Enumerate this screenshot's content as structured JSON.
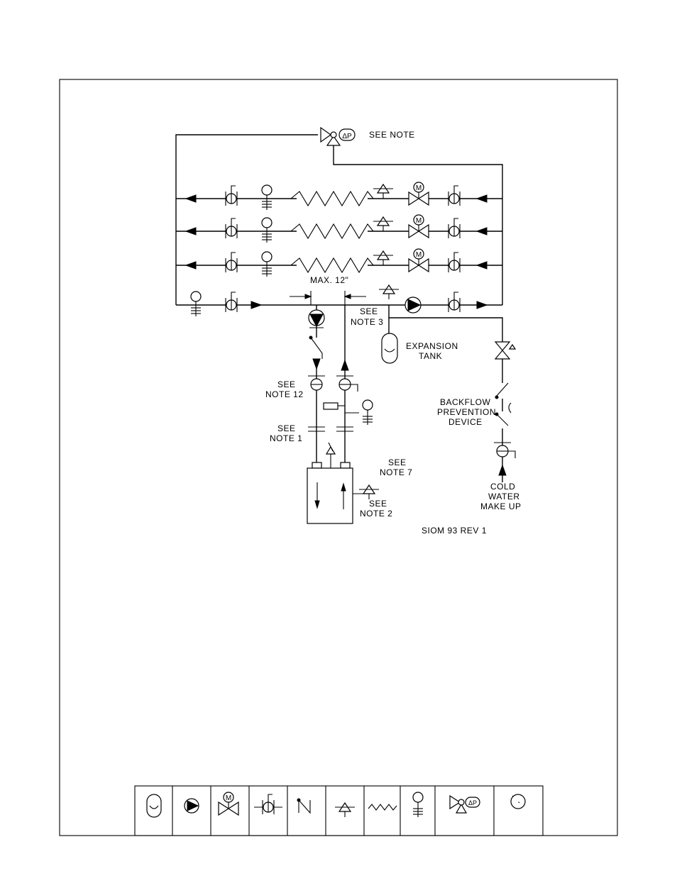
{
  "labels": {
    "see_note_dp": "SEE  NOTE",
    "max12": "MAX.  12\"",
    "see_note3_a": "SEE",
    "see_note3_b": "NOTE  3",
    "expansion_a": "EXPANSION",
    "expansion_b": "TANK",
    "see_note12_a": "SEE",
    "see_note12_b": "NOTE  12",
    "backflow_a": "BACKFLOW",
    "backflow_b": "PREVENTION",
    "backflow_c": "DEVICE",
    "see_note1_a": "SEE",
    "see_note1_b": "NOTE  1",
    "see_note7_a": "SEE",
    "see_note7_b": "NOTE  7",
    "see_note2_a": "SEE",
    "see_note2_b": "NOTE  2",
    "cold_a": "COLD",
    "cold_b": "WATER",
    "cold_c": "MAKE  UP",
    "drawing_id": "SIOM  93  REV  1",
    "dp_text": "ΔP",
    "motor_text": "M"
  },
  "legend_cells": [
    "expansion-tank-icon",
    "pump-icon",
    "motorized-valve-icon",
    "shutoff-valve-icon",
    "check-valve-icon",
    "relief-valve-icon",
    "coil-icon",
    "gauge-icon",
    "differential-pressure-valve-icon",
    "drain-icon"
  ]
}
